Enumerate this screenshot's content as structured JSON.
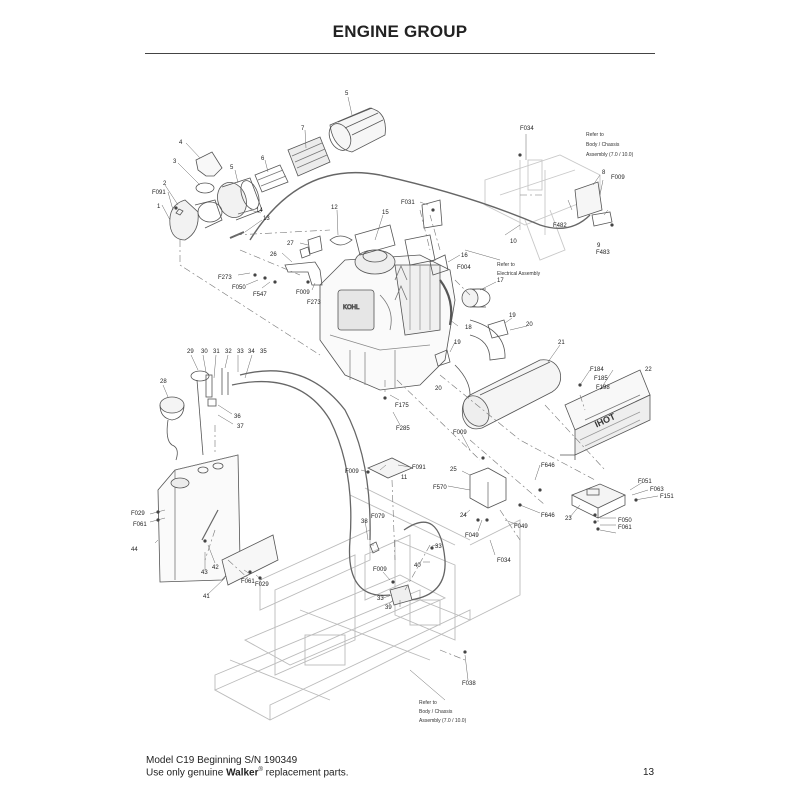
{
  "page": {
    "title": "ENGINE GROUP",
    "footer_line1": "Model C19 Beginning S/N 190349",
    "footer_line2_prefix": "Use only genuine ",
    "footer_brand": "Walker",
    "footer_reg": "®",
    "footer_line2_suffix": " replacement parts.",
    "page_number": "13"
  },
  "diagram": {
    "refer_notes": {
      "chassis_top": [
        "Refer to",
        "Body / Chassis",
        "Assembly (7.0 / 10.0)"
      ],
      "electrical": [
        "Refer to",
        "Electrical Assembly"
      ],
      "chassis_bottom": [
        "Refer to",
        "Body / Chassis",
        "Assembly (7.0 / 10.0)"
      ]
    },
    "decal_text": "IHOT",
    "callouts": [
      "1",
      "2",
      "3",
      "4",
      "5",
      "5",
      "6",
      "7",
      "8",
      "9",
      "10",
      "11",
      "12",
      "13",
      "14",
      "15",
      "16",
      "17",
      "18",
      "19",
      "19",
      "20",
      "20",
      "21",
      "22",
      "23",
      "24",
      "25",
      "26",
      "27",
      "28",
      "29",
      "30",
      "31",
      "32",
      "33",
      "33",
      "33",
      "34",
      "35",
      "36",
      "37",
      "38",
      "39",
      "40",
      "41",
      "42",
      "43",
      "44",
      "F004",
      "F009",
      "F009",
      "F009",
      "F009",
      "F009",
      "F029",
      "F029",
      "F031",
      "F034",
      "F034",
      "F038",
      "F049",
      "F049",
      "F050",
      "F050",
      "F051",
      "F061",
      "F061",
      "F061",
      "F063",
      "F079",
      "F091",
      "F091",
      "F151",
      "F175",
      "F184",
      "F185",
      "F198",
      "F273",
      "F273",
      "F285",
      "F482",
      "F483",
      "F547",
      "F570",
      "F646",
      "F646"
    ]
  }
}
